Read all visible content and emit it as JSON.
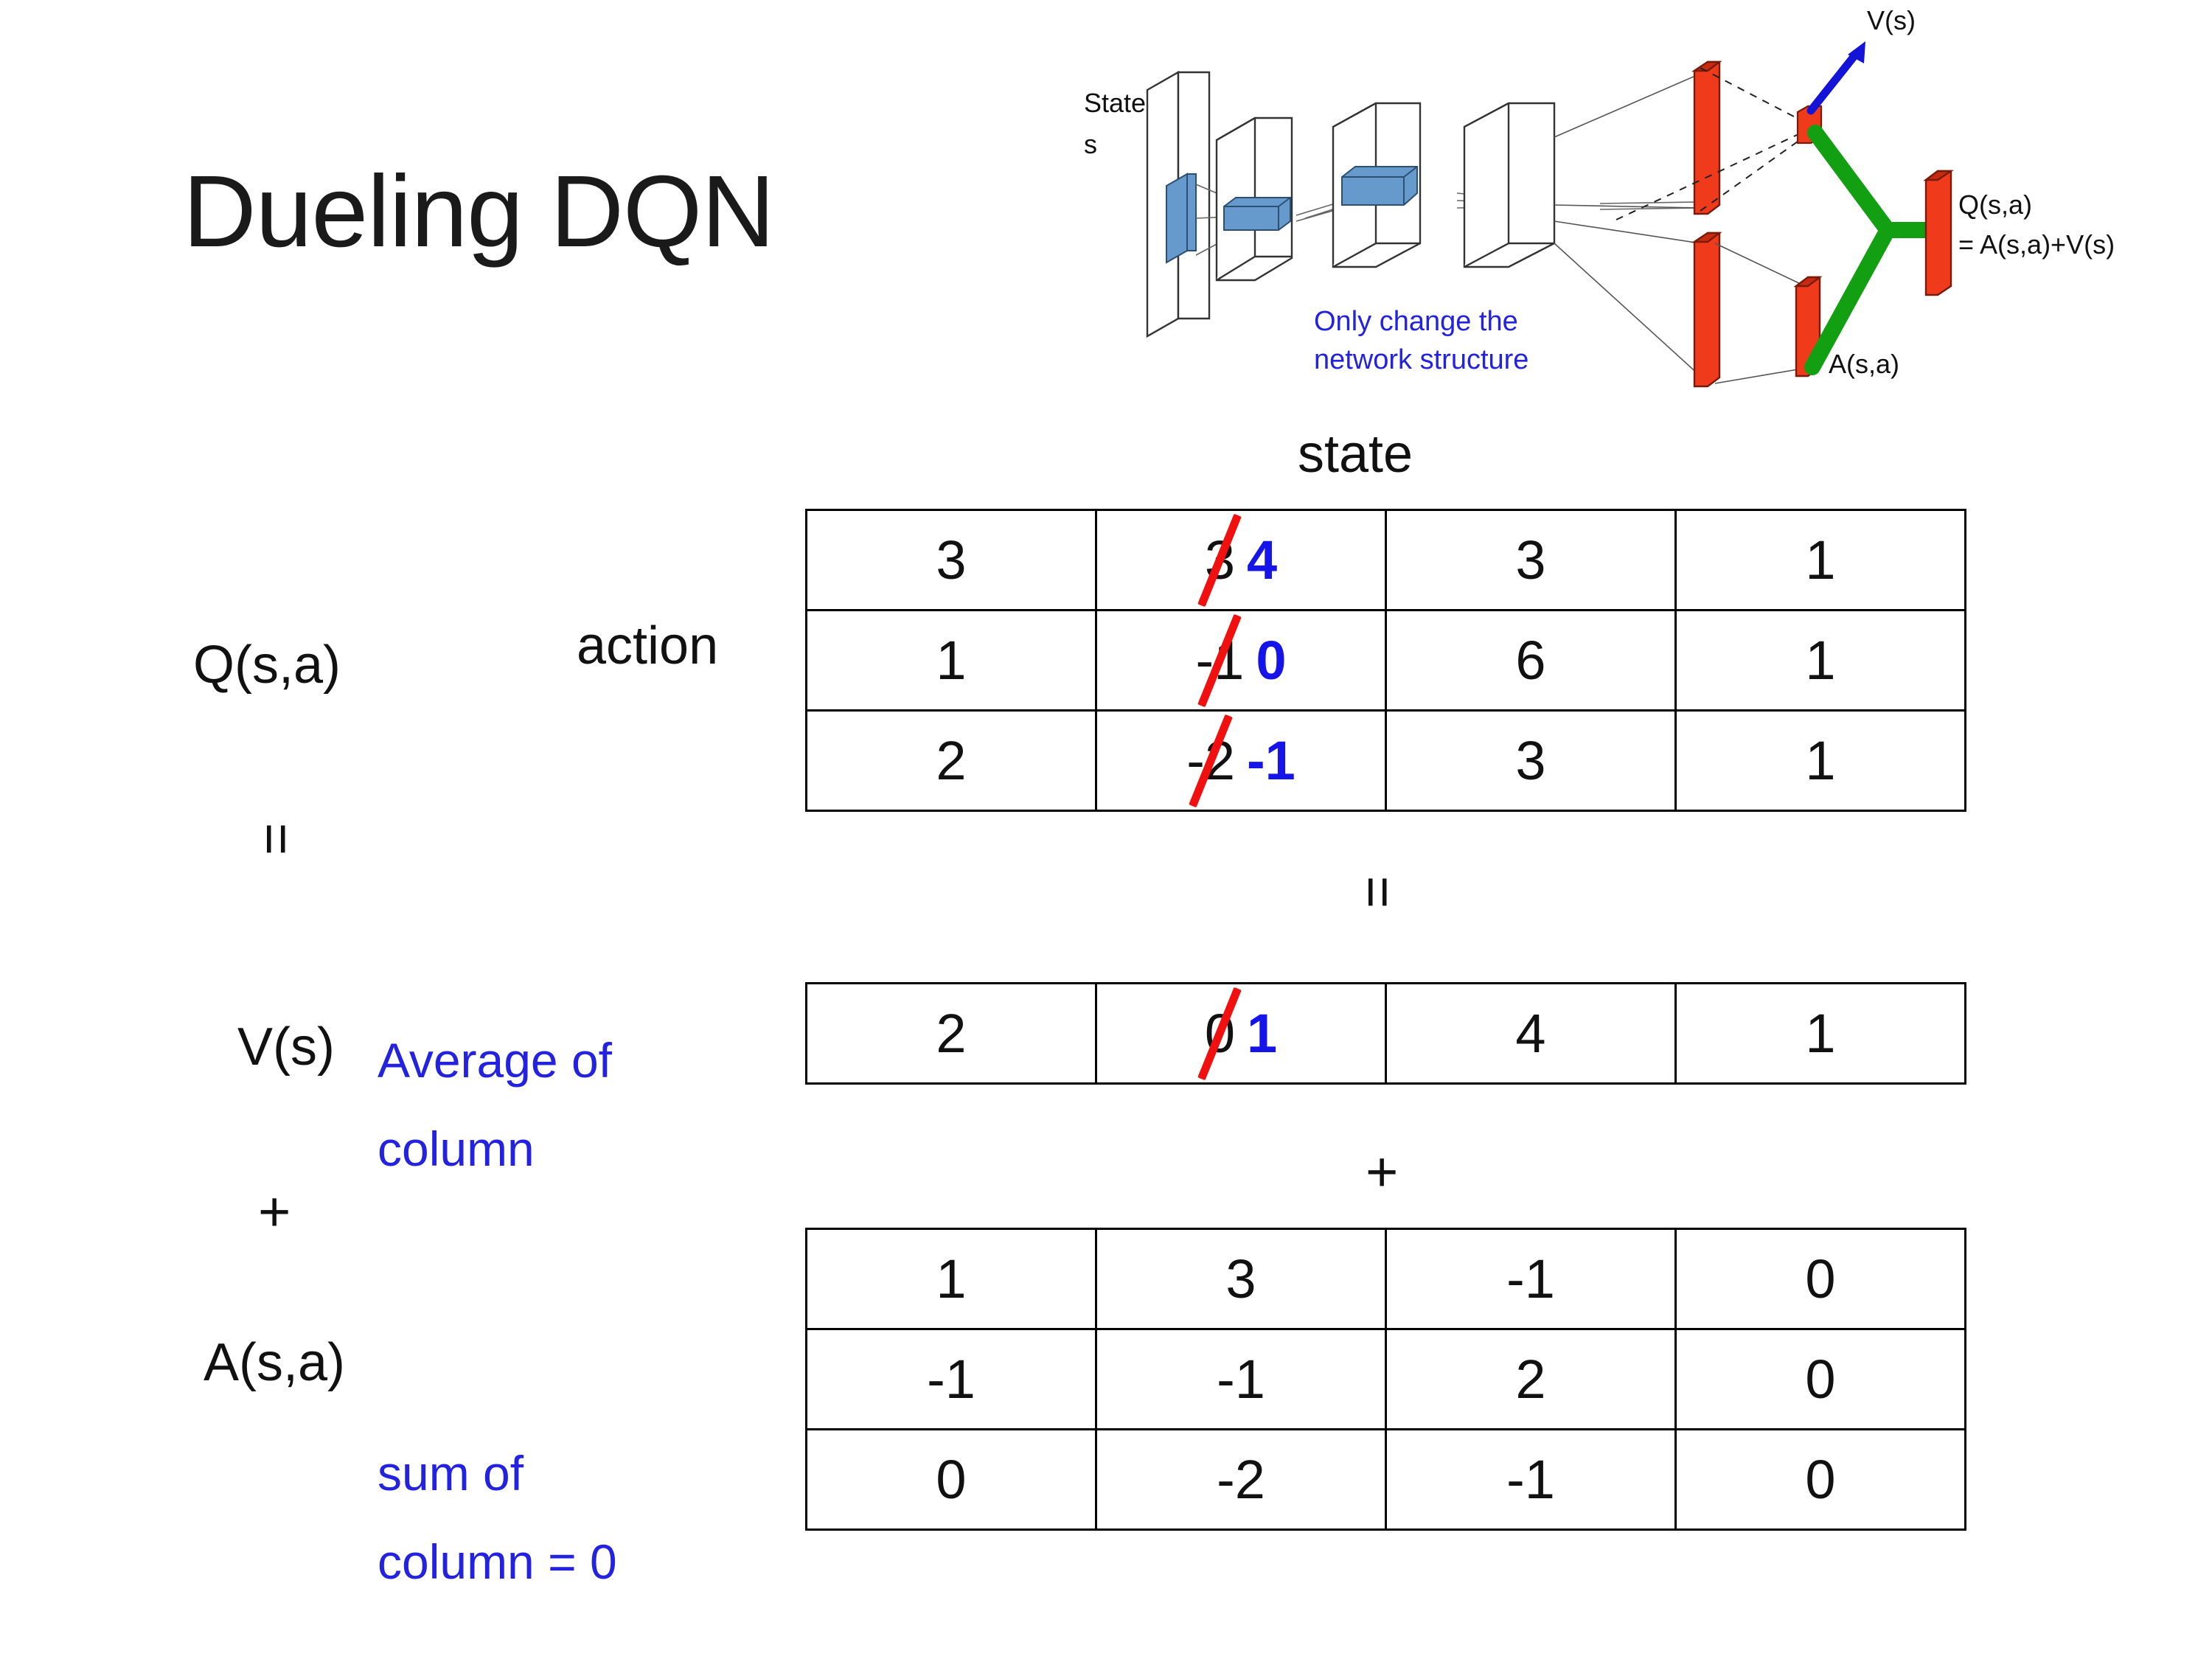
{
  "slide": {
    "title": "Dueling DQN"
  },
  "diagram": {
    "state_label_line1": "State",
    "state_label_line2": "s",
    "note_line1": "Only change the",
    "note_line2": "network structure",
    "value_label": "V(s)",
    "advantage_label": "A(s,a)",
    "q_label_line1": "Q(s,a)",
    "q_label_line2": "= A(s,a)+V(s)",
    "colors": {
      "note_blue": "#2222e0",
      "arrow_blue": "#1414d8",
      "bar_red": "#ef3b1c",
      "merge_green": "#12a012",
      "block_blue": "#6699cc"
    }
  },
  "labels": {
    "q_label": "Q(s,a)",
    "v_label": "V(s)",
    "a_label": "A(s,a)",
    "state_axis": "state",
    "action_axis": "action",
    "equals_q_v": "=",
    "equals_top": "=",
    "plus_left": "+",
    "plus_mid": "+",
    "note_v_line1": "Average of",
    "note_v_line2": "column",
    "note_a_line1": "sum of",
    "note_a_line2": "column = 0",
    "note_blue": "#2222e0"
  },
  "chart_data": {
    "type": "table",
    "title": "Dueling DQN decomposition Q(s,a) = V(s) + A(s,a)",
    "xlabel": "state",
    "ylabel": "action",
    "tables": [
      {
        "name": "Q(s,a)",
        "rows": [
          [
            "3",
            "3",
            "3",
            "1"
          ],
          [
            "1",
            "-1",
            "6",
            "1"
          ],
          [
            "2",
            "-2",
            "3",
            "1"
          ]
        ],
        "edits": [
          {
            "row": 0,
            "col": 1,
            "old": "3",
            "new": "4"
          },
          {
            "row": 1,
            "col": 1,
            "old": "-1",
            "new": "0"
          },
          {
            "row": 2,
            "col": 1,
            "old": "-2",
            "new": "-1"
          }
        ]
      },
      {
        "name": "V(s)",
        "rows": [
          [
            "2",
            "0",
            "4",
            "1"
          ]
        ],
        "edits": [
          {
            "row": 0,
            "col": 1,
            "old": "0",
            "new": "1"
          }
        ]
      },
      {
        "name": "A(s,a)",
        "rows": [
          [
            "1",
            "3",
            "-1",
            "0"
          ],
          [
            "-1",
            "-1",
            "2",
            "0"
          ],
          [
            "0",
            "-2",
            "-1",
            "0"
          ]
        ],
        "edits": []
      }
    ]
  },
  "q_table": {
    "r0": {
      "c0": "3",
      "c1_old": "3",
      "c1_new": "4",
      "c2": "3",
      "c3": "1"
    },
    "r1": {
      "c0": "1",
      "c1_old": "-1",
      "c1_new": "0",
      "c2": "6",
      "c3": "1"
    },
    "r2": {
      "c0": "2",
      "c1_old": "-2",
      "c1_new": "-1",
      "c2": "3",
      "c3": "1"
    }
  },
  "v_table": {
    "r0": {
      "c0": "2",
      "c1_old": "0",
      "c1_new": "1",
      "c2": "4",
      "c3": "1"
    }
  },
  "a_table": {
    "r0": {
      "c0": "1",
      "c1": "3",
      "c2": "-1",
      "c3": "0"
    },
    "r1": {
      "c0": "-1",
      "c1": "-1",
      "c2": "2",
      "c3": "0"
    },
    "r2": {
      "c0": "0",
      "c1": "-2",
      "c2": "-1",
      "c3": "0"
    }
  }
}
